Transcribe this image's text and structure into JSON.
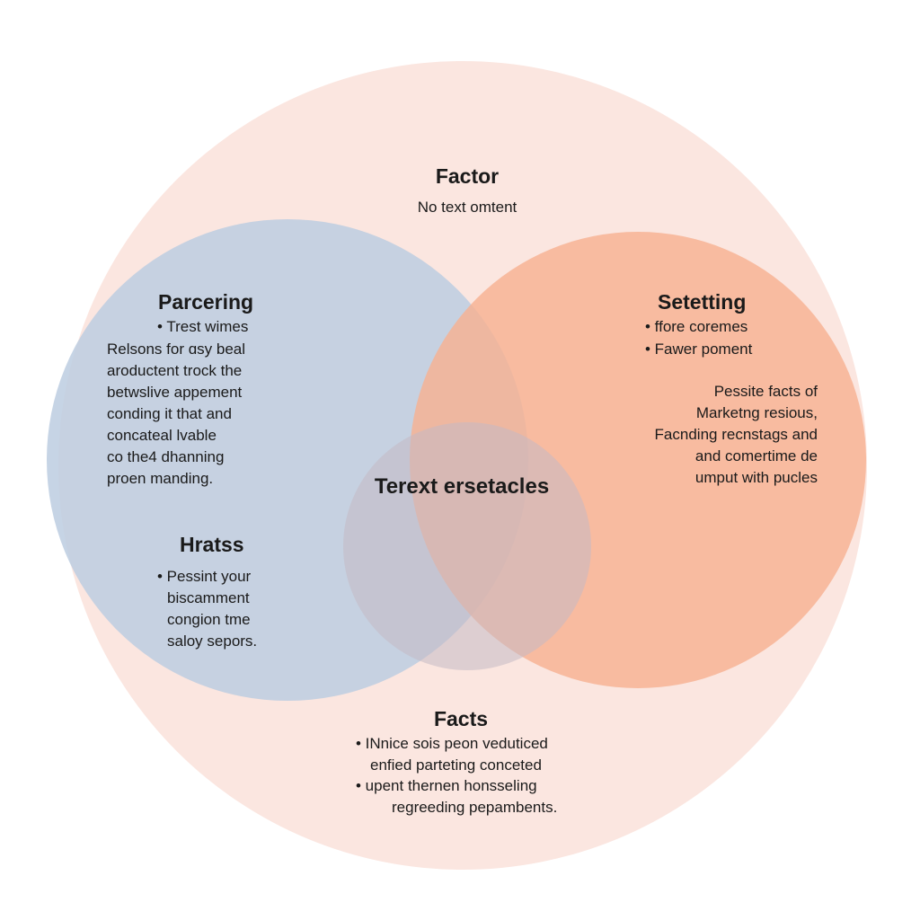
{
  "colors": {
    "outer": "#fbe6e0",
    "left": "#bccde0",
    "right": "#f6b191",
    "inner": "#c4b9c5",
    "text": "#1a1a1a"
  },
  "outer": {
    "title": "Factor",
    "subtitle": "No text omtent"
  },
  "left": {
    "title": "Parcering",
    "bullet": "• Trest wimes",
    "lines": [
      "Relsons for ɑsy beal",
      "aroductent trock the",
      "betwslive appement",
      "conding it that and",
      "concateal lvable",
      "co the4 dhanning",
      "proen manding."
    ]
  },
  "left_lower": {
    "title": "Hratss",
    "lines": [
      "• Pessint your",
      "biscamment",
      "congion tme",
      "saloy sepors."
    ]
  },
  "right": {
    "title": "Setetting",
    "bullets": [
      "• ffore coremes",
      "• Fawer poment"
    ],
    "lines": [
      "Pessite facts of",
      "Marketng resious,",
      "Facnding recnstags and",
      "and comertime de",
      "umput with pucles"
    ]
  },
  "center": {
    "title": "Terext ersetacles"
  },
  "bottom": {
    "title": "Facts",
    "lines": [
      "• INnice sois peon veduticed",
      "enfied parteting conceted",
      "• upent thernen honsseling",
      "regreeding pepambents."
    ]
  }
}
